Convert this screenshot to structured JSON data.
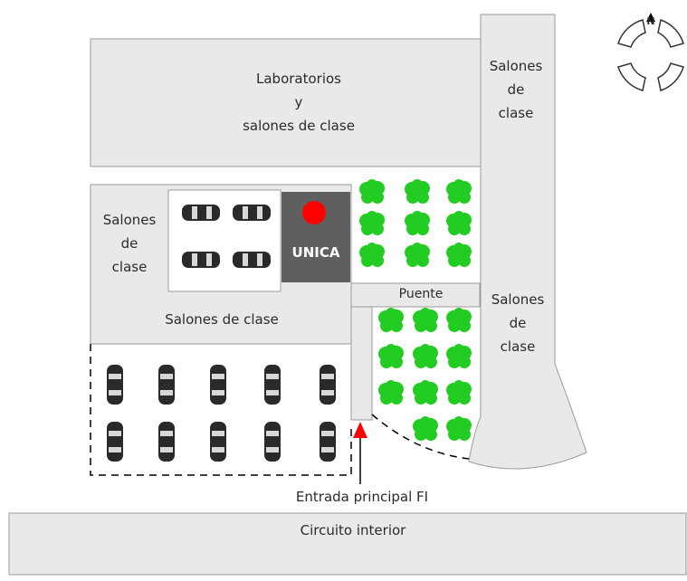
{
  "map": {
    "labels": {
      "labs": [
        "Laboratorios",
        "y",
        "salones de clase"
      ],
      "salones_right_top": [
        "Salones",
        "de",
        "clase"
      ],
      "salones_left": [
        "Salones",
        "de",
        "clase"
      ],
      "salones_mid": "Salones de clase",
      "salones_right_mid": [
        "Salones",
        "de",
        "clase"
      ],
      "unica": "UNICA",
      "puente": "Puente",
      "entrada": "Entrada principal FI",
      "circuito": "Circuito interior",
      "north": "N"
    },
    "colors": {
      "building": "#e9e9e9",
      "outline": "#9a9a9a",
      "unica": "#5f5f5f",
      "marker": "#ff0000",
      "tree": "#22cc22",
      "arrow": "#ff0000",
      "car": "#2a2a2a"
    },
    "icons": [
      "compass-icon",
      "tree-icon",
      "car-icon",
      "location-marker-icon",
      "entrance-arrow-icon"
    ]
  }
}
